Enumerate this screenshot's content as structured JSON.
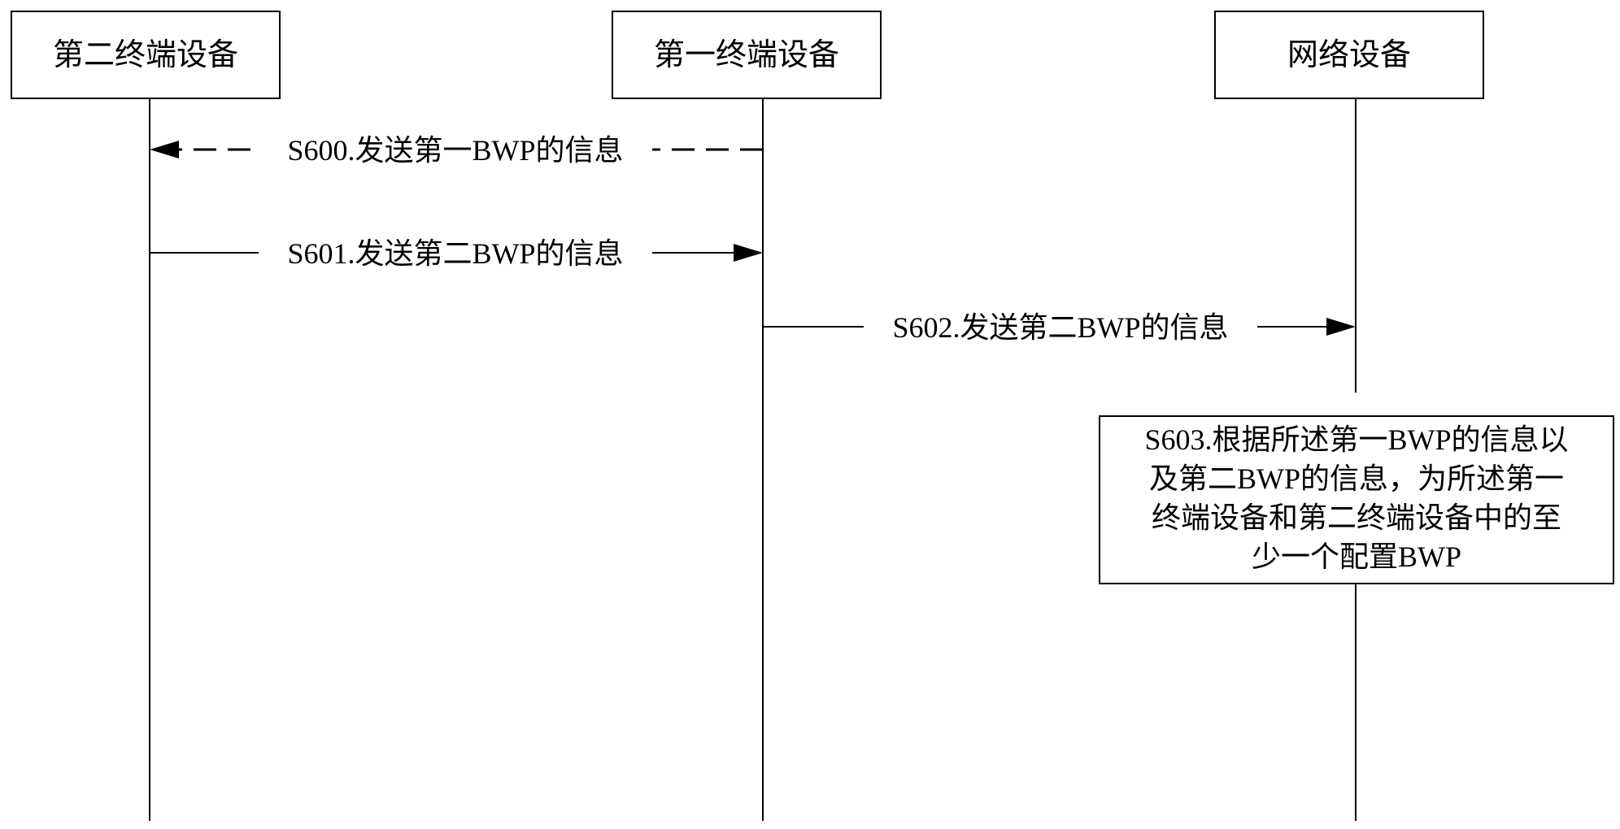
{
  "participants": [
    {
      "id": "second_terminal",
      "label": "第二终端设备"
    },
    {
      "id": "first_terminal",
      "label": "第一终端设备"
    },
    {
      "id": "network",
      "label": "网络设备"
    }
  ],
  "messages": [
    {
      "id": "s600",
      "label": "S600.发送第一BWP的信息",
      "from": "first_terminal",
      "to": "second_terminal",
      "style": "dashed"
    },
    {
      "id": "s601",
      "label": "S601.发送第二BWP的信息",
      "from": "second_terminal",
      "to": "first_terminal",
      "style": "solid"
    },
    {
      "id": "s602",
      "label": "S602.发送第二BWP的信息",
      "from": "first_terminal",
      "to": "network",
      "style": "solid"
    }
  ],
  "note": {
    "id": "s603",
    "over": "network",
    "lines": [
      "S603.根据所述第一BWP的信息以",
      "及第二BWP的信息，为所述第一",
      "终端设备和第二终端设备中的至",
      "少一个配置BWP"
    ]
  }
}
